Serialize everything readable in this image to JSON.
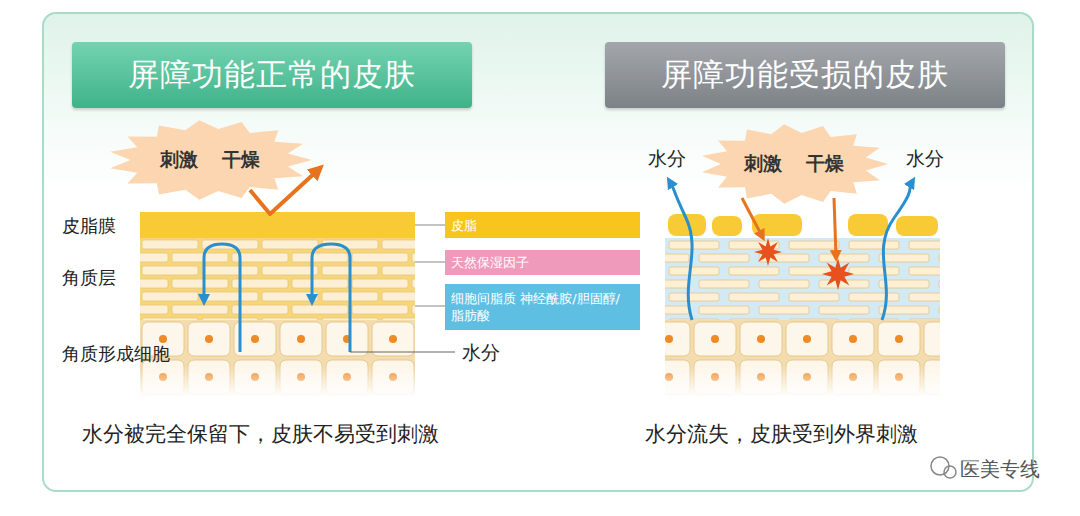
{
  "diagram": {
    "nodes": [
      {
        "text": [
          "屏障功能正常的皮肤"
        ]
      },
      {
        "text": [
          "屏障功能受损的皮肤"
        ]
      },
      {
        "text": [
          "刺激",
          "干燥"
        ]
      },
      {
        "text": [
          "刺激",
          "干燥"
        ]
      }
    ],
    "labels": [
      "水分",
      "水分",
      "皮脂膜",
      "角质层",
      "角质形成细胞",
      "水分",
      "水分被完全保留下，皮肤不易受到刺激",
      "水分流失，皮肤受到外界刺激",
      "医美专线"
    ],
    "legend": [
      {
        "text": "皮脂",
        "color": "#f7c51e"
      },
      {
        "text": "天然保湿因子",
        "color": "#f09abb"
      },
      {
        "text": "细胞间脂质 神经酰胺/胆固醇/脂肪酸",
        "color": "#5fbfe3"
      }
    ]
  }
}
